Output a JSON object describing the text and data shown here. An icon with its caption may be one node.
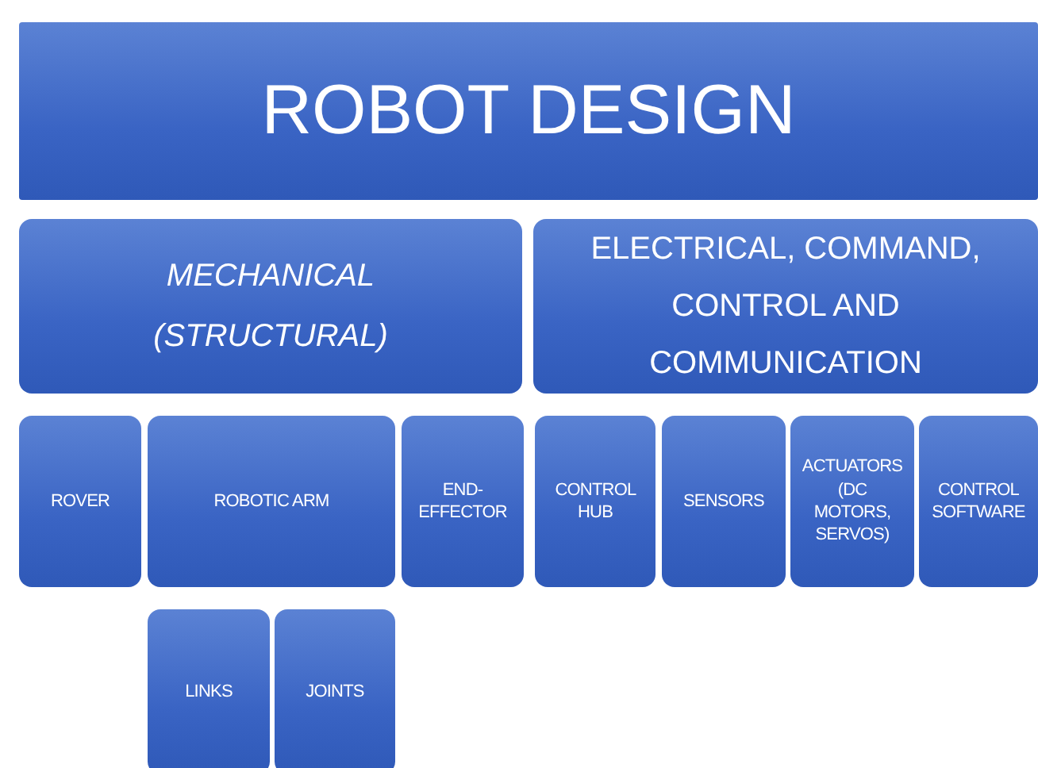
{
  "diagram": {
    "nodes": [
      {
        "text": [
          "ROBOT DESIGN"
        ]
      },
      {
        "text": [
          "MECHANICAL (STRUCTURAL)"
        ]
      },
      {
        "text": [
          "ELECTRICAL, COMMAND, CONTROL AND COMMUNICATION"
        ]
      },
      {
        "text": [
          "ROVER"
        ]
      },
      {
        "text": [
          "ROBOTIC ARM"
        ]
      },
      {
        "text": [
          "END-EFFECTOR"
        ]
      },
      {
        "text": [
          "CONTROL HUB"
        ]
      },
      {
        "text": [
          "SENSORS"
        ]
      },
      {
        "text": [
          "ACTUATORS (DC MOTORS, SERVOS)"
        ]
      },
      {
        "text": [
          "CONTROL SOFTWARE"
        ]
      },
      {
        "text": [
          "LINKS"
        ]
      },
      {
        "text": [
          "JOINTS"
        ]
      }
    ]
  }
}
